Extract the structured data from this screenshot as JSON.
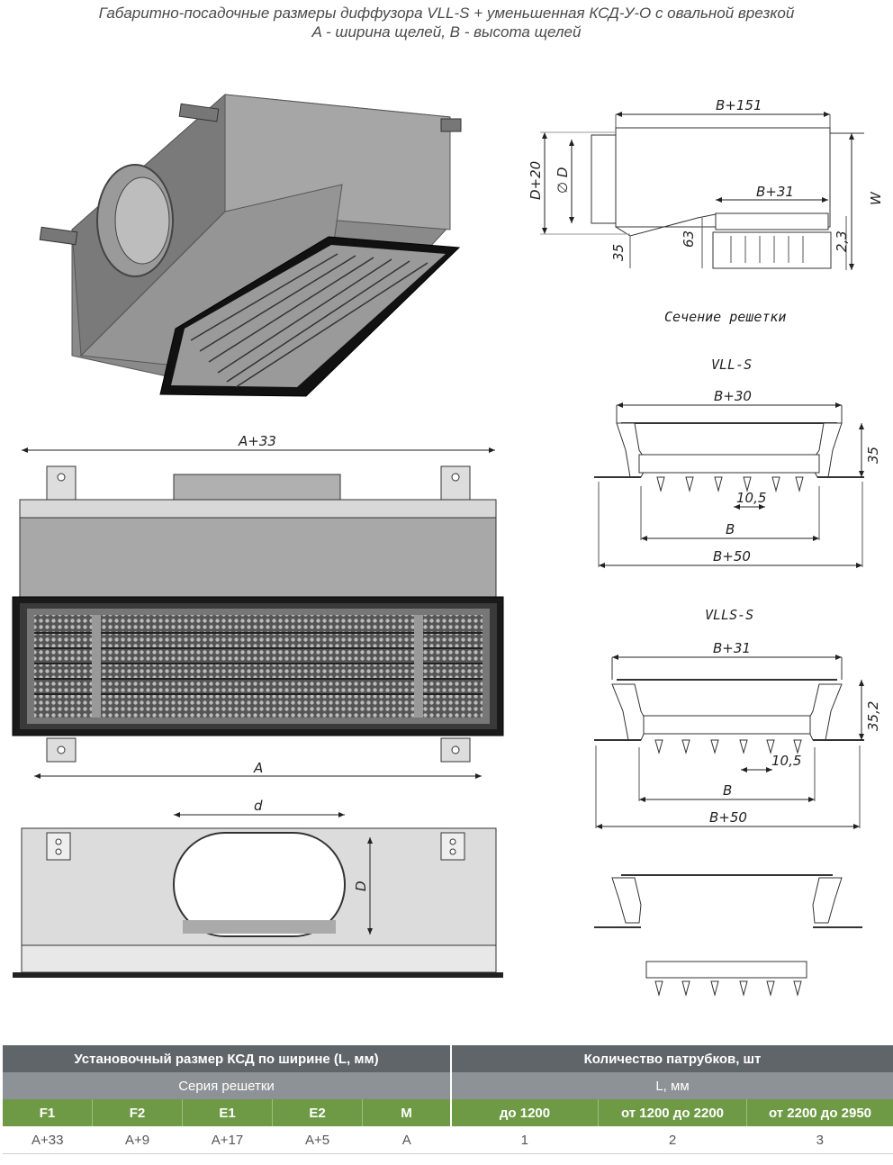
{
  "header": {
    "line1": "Габаритно-посадочные размеры диффузора VLL-S + уменьшенная КСД-У-О с овальной врезкой",
    "line2": "A - ширина щелей, B - высота щелей"
  },
  "side_view": {
    "dim_b151": "B+151",
    "dim_b31": "B+31",
    "dim_d20": "D+20",
    "dim_d": "∅ D",
    "dim_w": "W",
    "dim_35": "35",
    "dim_63": "63",
    "dim_23": "2,3"
  },
  "section_title": "Сечение решетки",
  "vll_s": {
    "name": "VLL-S",
    "dim_b30": "B+30",
    "dim_35": "35",
    "dim_105": "10,5",
    "dim_b": "B",
    "dim_b50": "B+50"
  },
  "vlls_s": {
    "name": "VLLS-S",
    "dim_b31": "B+31",
    "dim_352": "35,2",
    "dim_105": "10,5",
    "dim_b": "B",
    "dim_b50": "B+50"
  },
  "front_view": {
    "dim_a33": "A+33",
    "dim_a": "A"
  },
  "bottom_view": {
    "dim_d_small": "d",
    "dim_d_big": "D"
  },
  "table": {
    "left_header": "Установочный размер КСД по ширине (L, мм)",
    "right_header": "Количество патрубков, шт",
    "left_sub": "Серия решетки",
    "right_sub": "L, мм",
    "cols": [
      "F1",
      "F2",
      "E1",
      "E2",
      "M",
      "до 1200",
      "от 1200 до 2200",
      "от 2200 до 2950"
    ],
    "row": [
      "A+33",
      "A+9",
      "A+17",
      "A+5",
      "A",
      "1",
      "2",
      "3"
    ]
  },
  "colors": {
    "header_dark": "#5f6569",
    "header_mid": "#8d9296",
    "header_green": "#6f9a45"
  }
}
